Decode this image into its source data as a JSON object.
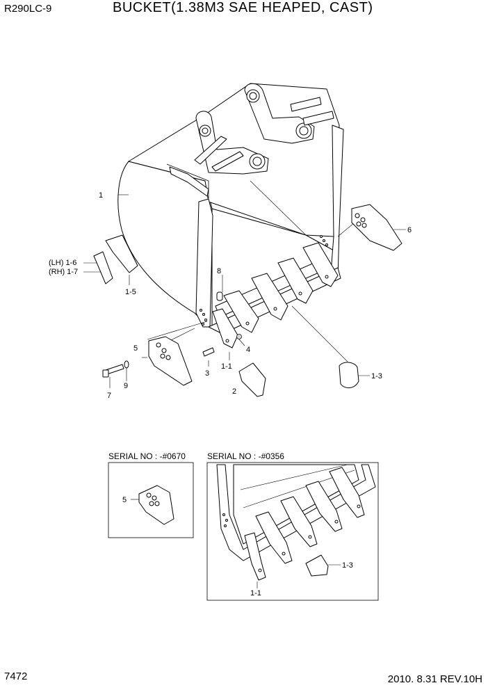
{
  "header": {
    "model": "R290LC-9",
    "title": "BUCKET(1.38M3 SAE HEAPED, CAST)"
  },
  "footer": {
    "page_number": "7472",
    "date_revision": "2010. 8.31  REV.10H"
  },
  "callouts": {
    "c1": "1",
    "c1_1a": "1-1",
    "c1_1b": "1-1",
    "c1_3a": "1-3",
    "c1_3b": "1-3",
    "c1_5": "1-5",
    "c1_6": "(LH) 1-6",
    "c1_7": "(RH) 1-7",
    "c2": "2",
    "c3": "3",
    "c4": "4",
    "c5a": "5",
    "c5b": "5",
    "c6": "6",
    "c7": "7",
    "c8": "8",
    "c9": "9"
  },
  "insets": {
    "left_label": "SERIAL NO : -#0670",
    "right_label": "SERIAL NO : -#0356"
  }
}
